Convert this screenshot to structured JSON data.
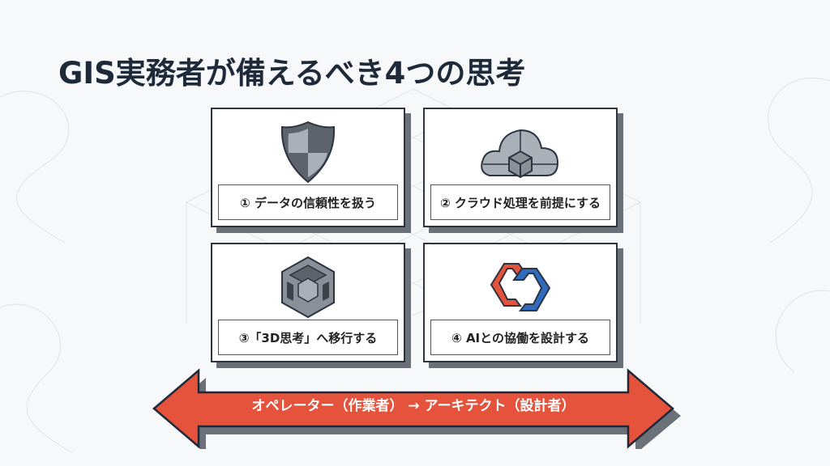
{
  "title": "GIS実務者が備えるべき4つの思考",
  "cards": [
    {
      "label": "① データの信頼性を扱う",
      "icon": "shield-icon"
    },
    {
      "label": "② クラウド処理を前提にする",
      "icon": "cloud-cube-icon"
    },
    {
      "label": "③「3D思考」へ移行する",
      "icon": "3d-cube-icon"
    },
    {
      "label": "④ AIとの協働を設計する",
      "icon": "chain-link-icon"
    }
  ],
  "arrow": {
    "text": "オペレーター（作業者） → アーキテクト（設計者）"
  },
  "colors": {
    "accent_red": "#e5533c",
    "accent_blue": "#2f6cc0",
    "dark": "#2b3440"
  }
}
